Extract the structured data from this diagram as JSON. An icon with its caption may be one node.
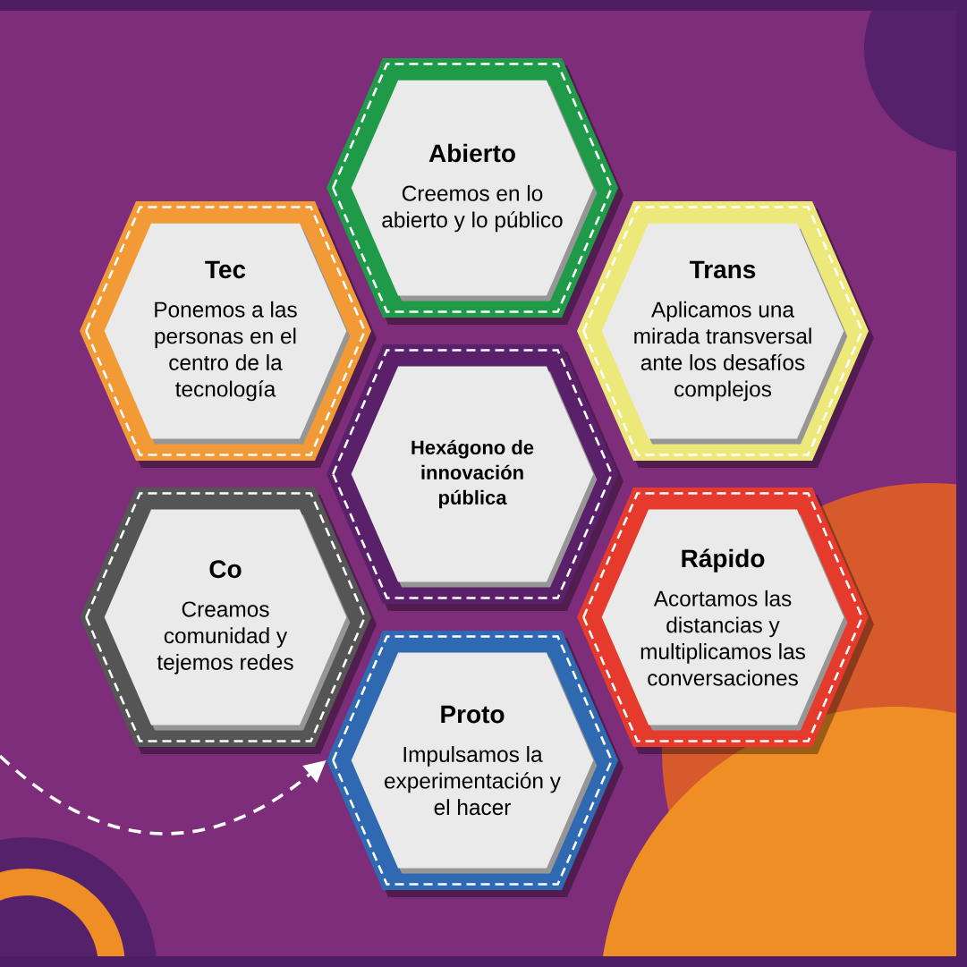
{
  "diagram": {
    "nodes": [
      {
        "text": [
          "Abierto",
          "Creemos en lo abierto y lo público"
        ]
      },
      {
        "text": [
          "Tec",
          "Ponemos a las personas en el centro de la tecnología"
        ]
      },
      {
        "text": [
          "Trans",
          "Aplicamos una mirada transversal ante los desafíos complejos"
        ]
      },
      {
        "text": [
          "Hexágono de innovación pública"
        ]
      },
      {
        "text": [
          "Co",
          "Creamos comunidad y tejemos redes"
        ]
      },
      {
        "text": [
          "Rápido",
          "Acortamos las distancias y multiplicamos las conversaciones"
        ]
      },
      {
        "text": [
          "Proto",
          "Impulsamos la experimentación y el hacer"
        ]
      }
    ],
    "edges": [
      {
        "from": null,
        "to": 6,
        "arrow": "to",
        "style": "dashed"
      }
    ]
  }
}
